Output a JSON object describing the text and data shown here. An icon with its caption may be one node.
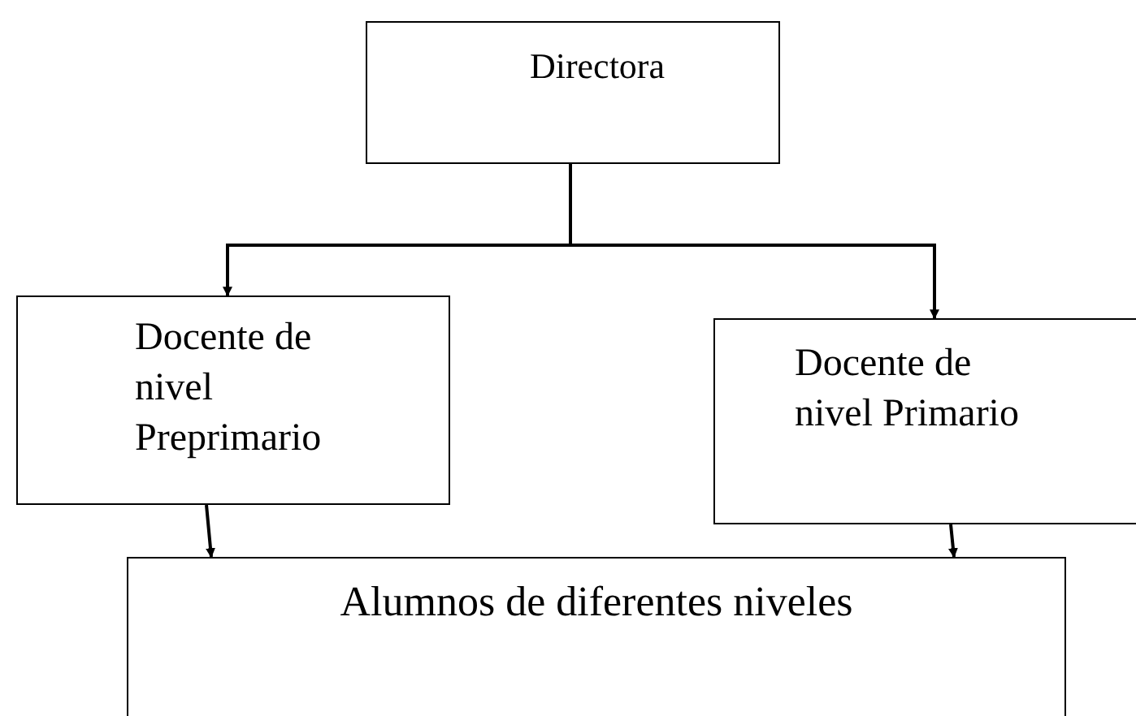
{
  "diagram": {
    "nodes": [
      {
        "text": [
          "Directora"
        ]
      },
      {
        "text": [
          "Docente de nivel Preprimario"
        ]
      },
      {
        "text": [
          "Docente de nivel Primario"
        ]
      },
      {
        "text": [
          "Alumnos de diferentes niveles"
        ]
      }
    ],
    "edges": [
      {
        "from": 0,
        "to": 1,
        "arrow": "to"
      },
      {
        "from": 0,
        "to": 2,
        "arrow": "to"
      },
      {
        "from": 1,
        "to": 3,
        "arrow": "to"
      },
      {
        "from": 2,
        "to": 3,
        "arrow": "to"
      }
    ]
  }
}
